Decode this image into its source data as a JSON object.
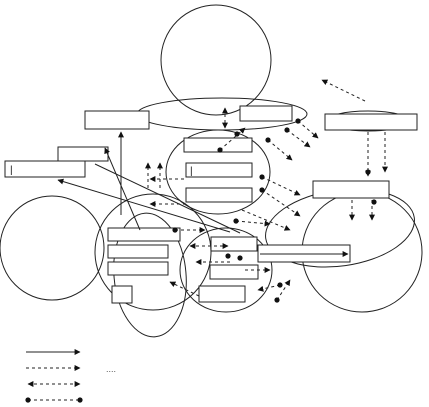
{
  "diagram": {
    "legend": {
      "items": [
        {
          "type": "solid-arrow",
          "label": ""
        },
        {
          "type": "dashed-arrow",
          "label": ""
        },
        {
          "type": "double-dashed-arrow",
          "label": ""
        },
        {
          "type": "dashed-dot-connector",
          "label": ""
        }
      ],
      "caption": "...."
    },
    "node_labels": {
      "left_small_box_mark": "|",
      "center_box_mark": "|"
    }
  }
}
